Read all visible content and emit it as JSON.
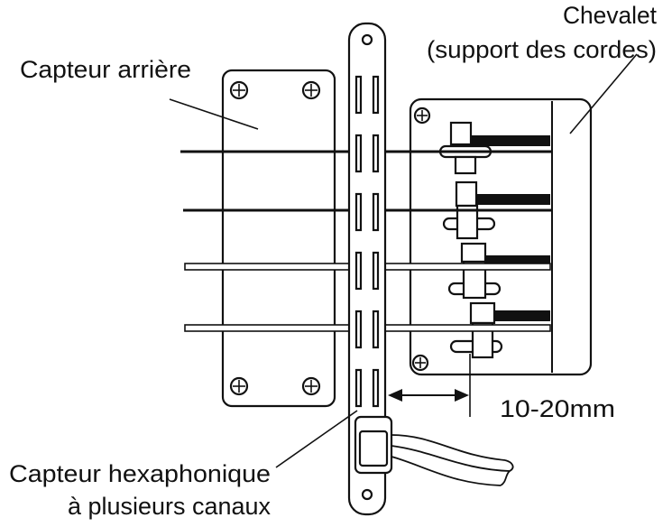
{
  "labels": {
    "rear_pickup": "Capteur arrière",
    "bridge_line1": "Chevalet",
    "bridge_line2": "(support des cordes)",
    "hex_pickup_line1": "Capteur hexaphonique",
    "hex_pickup_line2": "à plusieurs canaux",
    "distance": "10-20mm"
  },
  "colors": {
    "ink": "#111111",
    "paper": "#ffffff"
  }
}
